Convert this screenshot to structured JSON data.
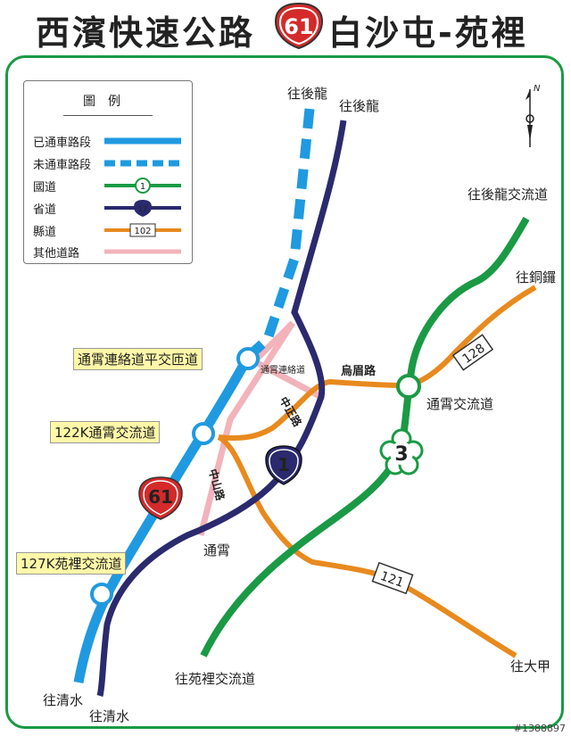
{
  "title": {
    "left": "西濱快速公路",
    "route_number": "61",
    "right": "白沙屯-苑裡"
  },
  "legend": {
    "heading": "圖例",
    "items": [
      {
        "label": "已通車路段",
        "style": "open"
      },
      {
        "label": "未通車路段",
        "style": "unopened"
      },
      {
        "label": "國道",
        "style": "national",
        "shield": "1"
      },
      {
        "label": "省道",
        "style": "provincial",
        "shield": "17"
      },
      {
        "label": "縣道",
        "style": "county",
        "shield": "102"
      },
      {
        "label": "其他道路",
        "style": "other"
      }
    ]
  },
  "colors": {
    "open_expressway": "#1f9ae0",
    "national": "#1a9a44",
    "provincial": "#2b2a6e",
    "county": "#e88a1e",
    "other": "#f2b3bb",
    "frame": "#1a9a44",
    "label_box": "#fff8a8"
  },
  "map": {
    "compass_label": "N",
    "interchanges": [
      {
        "name": "通霄連絡道平交匝道"
      },
      {
        "name": "122K通霄交流道"
      },
      {
        "name": "127K苑裡交流道"
      }
    ],
    "labels": {
      "houlong_top_1": "往後龍",
      "houlong_top_2": "往後龍",
      "houlong_ic": "往後龍交流道",
      "tongluo": "往銅鑼",
      "tongxiao_ic": "通霄交流道",
      "wumei_road": "烏眉路",
      "liaison_road": "通霄連絡道",
      "zhongzheng_road": "中正路",
      "zhongshan_road": "中山路",
      "tongxiao_town": "通霄",
      "yuanli_ic": "往苑裡交流道",
      "dajia": "往大甲",
      "qingshui_1": "往清水",
      "qingshui_2": "往清水"
    },
    "shields": {
      "provincial_1": "1",
      "national_3": "3",
      "expressway_61": "61",
      "county_128": "128",
      "county_121": "121"
    }
  },
  "watermark": "#1388897"
}
